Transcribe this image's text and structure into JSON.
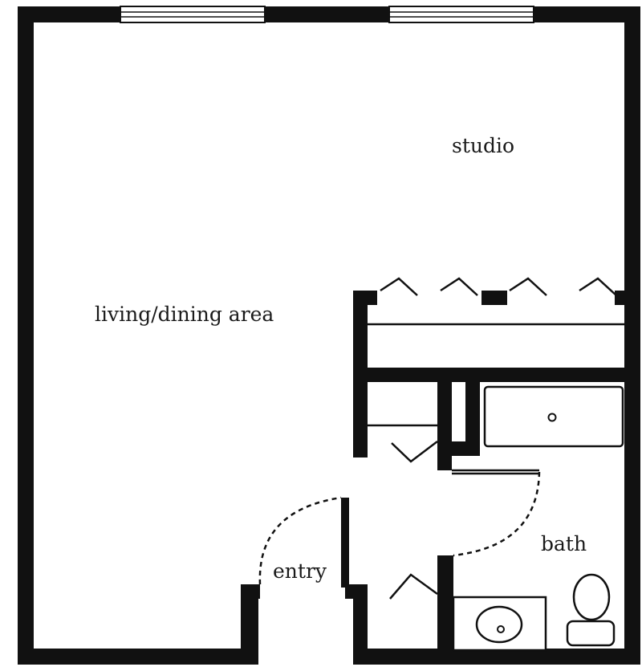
{
  "rooms": {
    "studio": "studio",
    "living": "living/dining area",
    "entry": "entry",
    "bath": "bath"
  },
  "colors": {
    "wall": "#111111",
    "background": "#ffffff"
  }
}
